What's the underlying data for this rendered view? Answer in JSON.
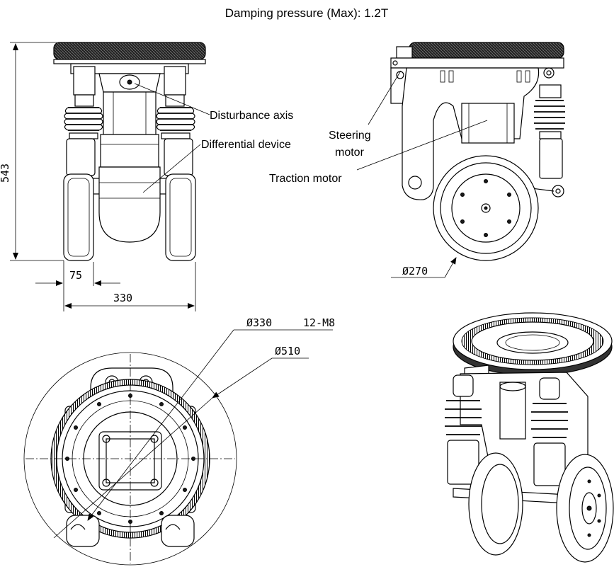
{
  "title": "Damping pressure (Max): 1.2T",
  "labels": {
    "disturbance_axis": "Disturbance axis",
    "differential_device": "Differential device",
    "steering_motor_line1": "Steering",
    "steering_motor_line2": "motor",
    "traction_motor": "Traction motor"
  },
  "dimensions": {
    "height": "543",
    "offset": "75",
    "width": "330",
    "wheel_diameter": "Ø270",
    "bolt_circle": "Ø330",
    "bolt_spec": "12-M8",
    "outer_diameter": "Ø510"
  }
}
